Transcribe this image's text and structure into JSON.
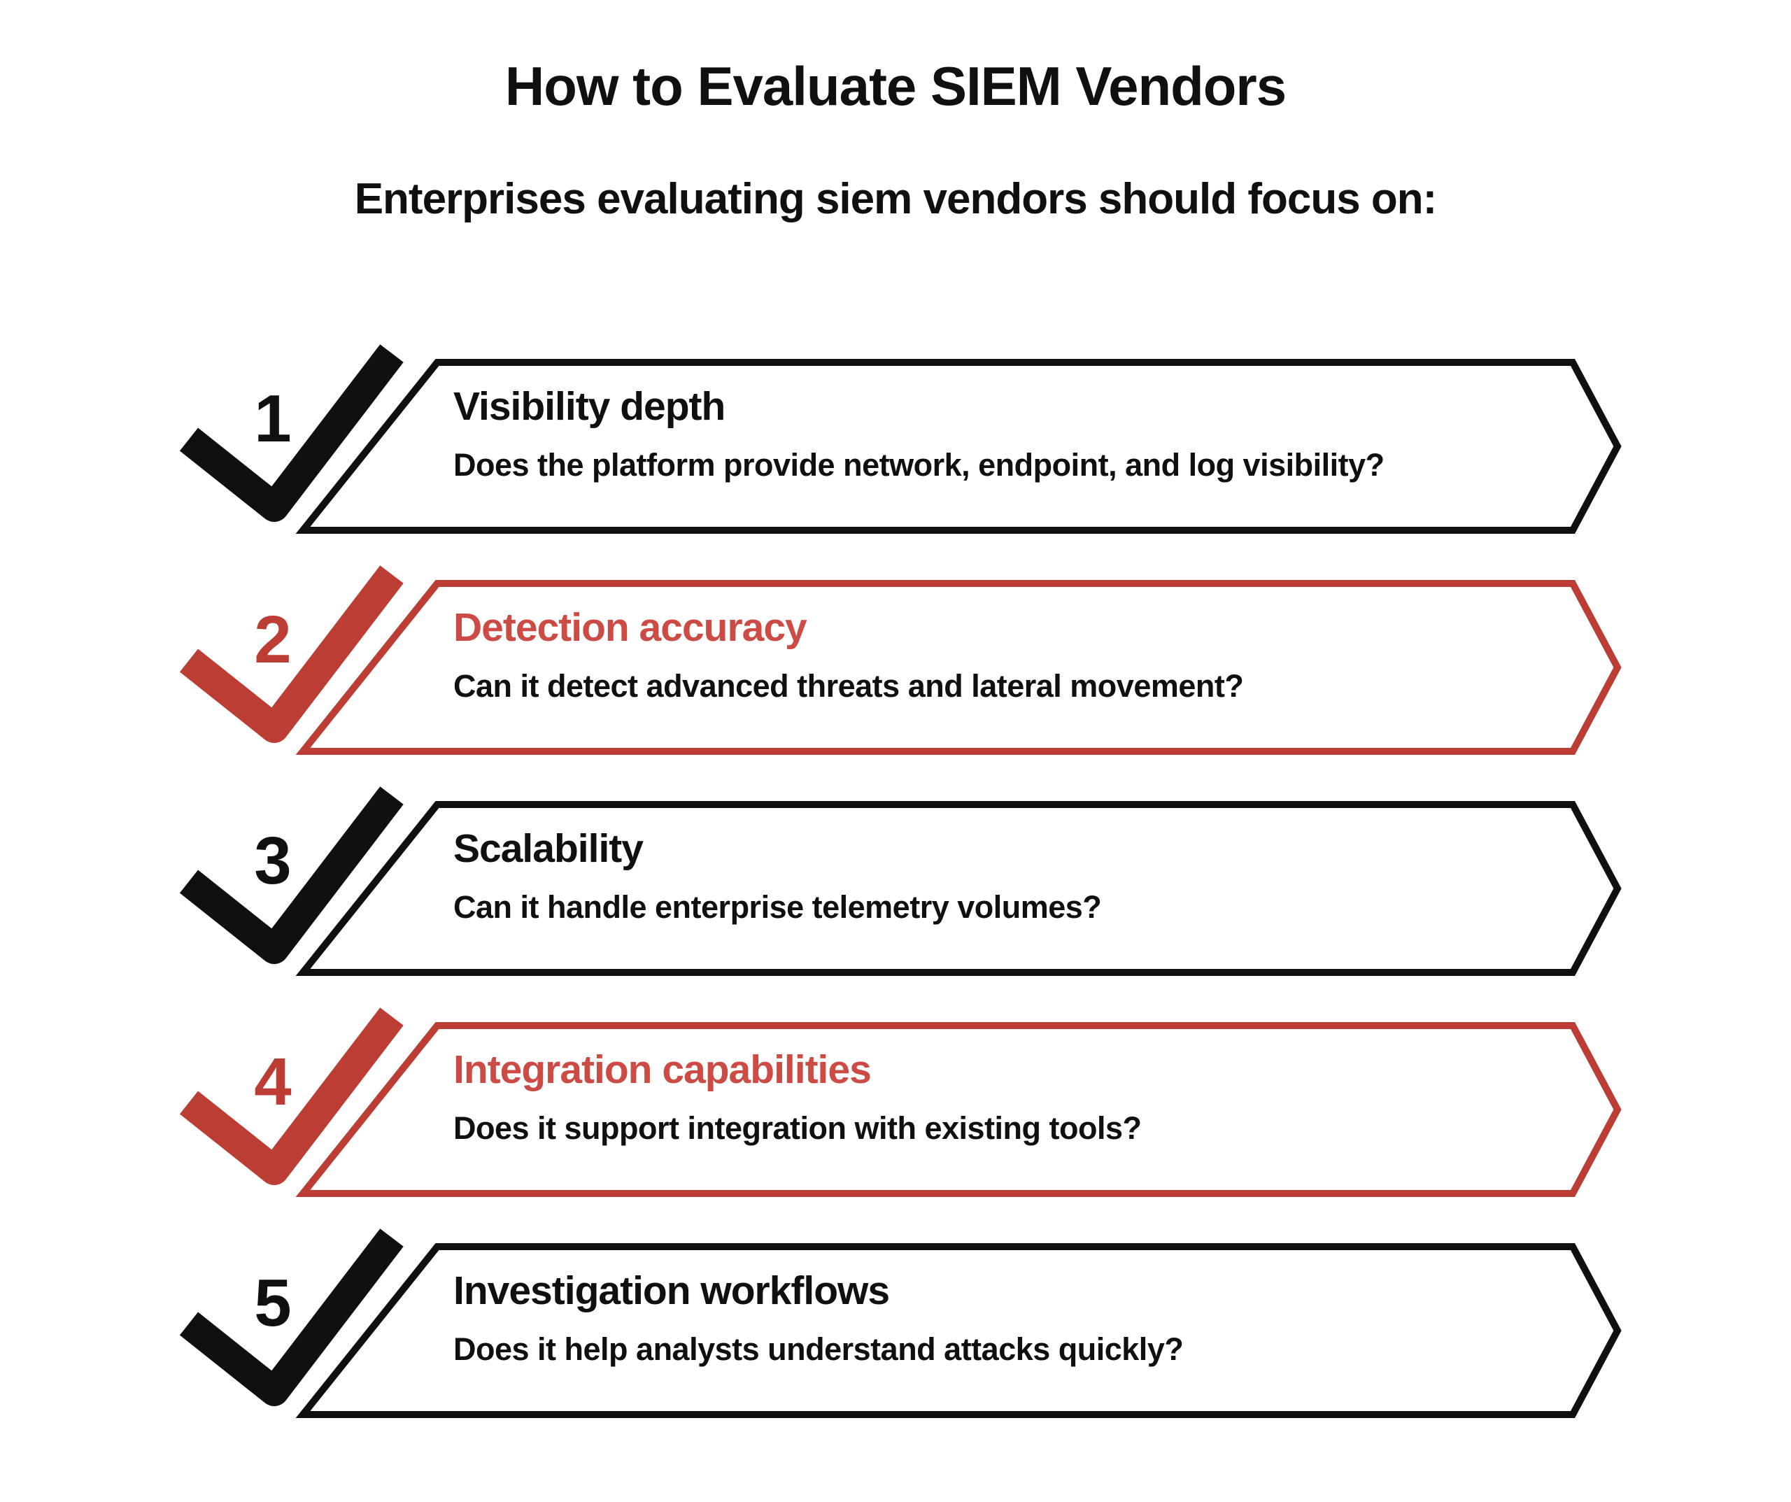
{
  "page": {
    "title": "How to Evaluate SIEM Vendors",
    "subtitle": "Enterprises evaluating siem vendors should focus on:"
  },
  "colors": {
    "background": "#ffffff",
    "black": "#101010",
    "red_shape": "#bc3d33",
    "red_title": "#cc4b44"
  },
  "icons": {
    "check_icon": "checkmark"
  },
  "items": [
    {
      "number": "1",
      "color": "black",
      "title": "Visibility depth",
      "description": "Does the platform provide network, endpoint, and log visibility?"
    },
    {
      "number": "2",
      "color": "red",
      "title": "Detection accuracy",
      "description": "Can it detect advanced threats and lateral movement?"
    },
    {
      "number": "3",
      "color": "black",
      "title": "Scalability",
      "description": "Can it handle enterprise telemetry volumes?"
    },
    {
      "number": "4",
      "color": "red",
      "title": "Integration capabilities",
      "description": "Does it support integration with existing tools?"
    },
    {
      "number": "5",
      "color": "black",
      "title": "Investigation workflows",
      "description": "Does it help analysts understand attacks quickly?"
    }
  ]
}
